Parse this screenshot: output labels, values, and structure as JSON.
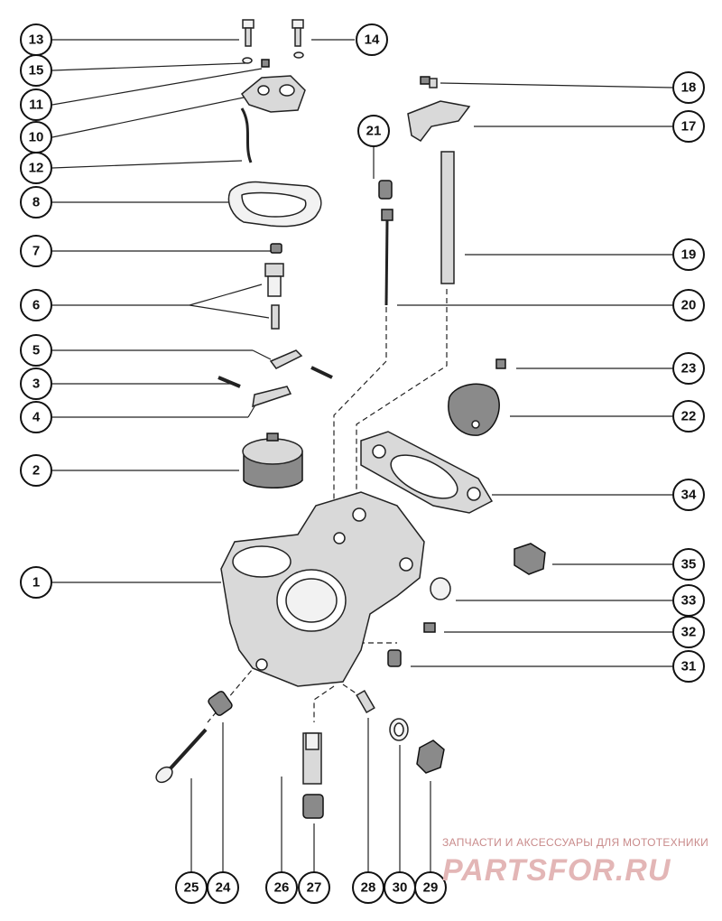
{
  "callouts": {
    "c1": "1",
    "c2": "2",
    "c3": "3",
    "c4": "4",
    "c5": "5",
    "c6": "6",
    "c7": "7",
    "c8": "8",
    "c10": "10",
    "c11": "11",
    "c12": "12",
    "c13": "13",
    "c14": "14",
    "c15": "15",
    "c17": "17",
    "c18": "18",
    "c19": "19",
    "c20": "20",
    "c21": "21",
    "c22": "22",
    "c23": "23",
    "c24": "24",
    "c25": "25",
    "c26": "26",
    "c27": "27",
    "c28": "28",
    "c29": "29",
    "c30": "30",
    "c31": "31",
    "c32": "32",
    "c33": "33",
    "c34": "34",
    "c35": "35"
  },
  "watermark": {
    "subtitle": "ЗАПЧАСТИ И АКСЕССУАРЫ ДЛЯ МОТОТЕХНИКИ",
    "brand": "PARTSFOR.RU"
  },
  "colors": {
    "line": "#222222",
    "watermark": "#e3b6b6"
  }
}
